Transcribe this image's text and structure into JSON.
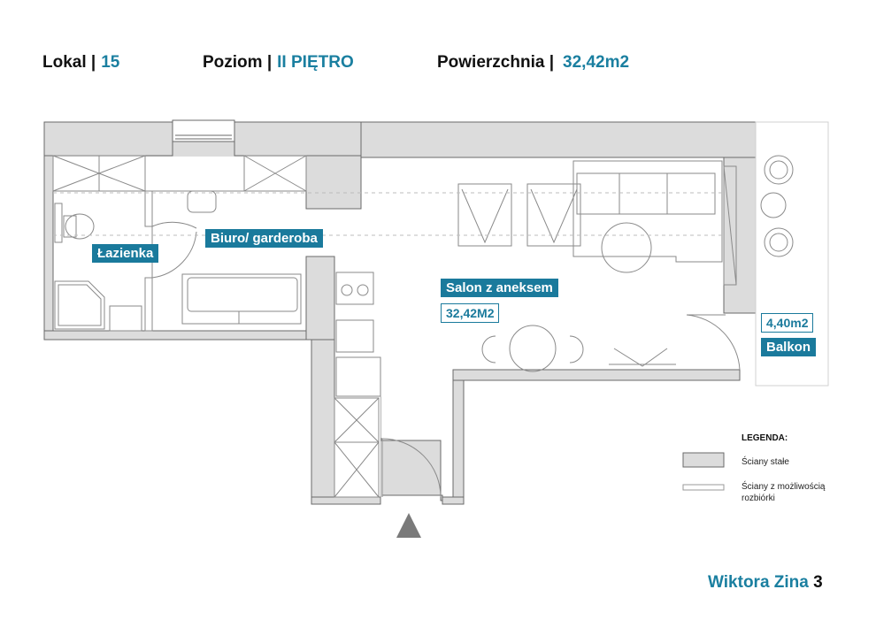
{
  "header": {
    "lokal_label": "Lokal |",
    "lokal_value": "15",
    "poziom_label": "Poziom |",
    "poziom_value": "II PIĘTRO",
    "powierzchnia_label": "Powierzchnia |",
    "powierzchnia_value": "32,42m2"
  },
  "rooms": {
    "lazienka": "Łazienka",
    "biuro": "Biuro/ garderoba",
    "salon": "Salon z aneksem",
    "salon_area": "32,42M2",
    "balkon_area": "4,40m2",
    "balkon": "Balkon"
  },
  "legend": {
    "title": "LEGENDA:",
    "item1": "Ściany stałe",
    "item2_line1": "Ściany z możliwością",
    "item2_line2": "rozbiórki"
  },
  "address": {
    "street": "Wiktora Zina",
    "number": "3"
  },
  "colors": {
    "wall": "#dcdcdc",
    "accent": "#1a7a9c",
    "header_value": "#1a7fa0"
  }
}
